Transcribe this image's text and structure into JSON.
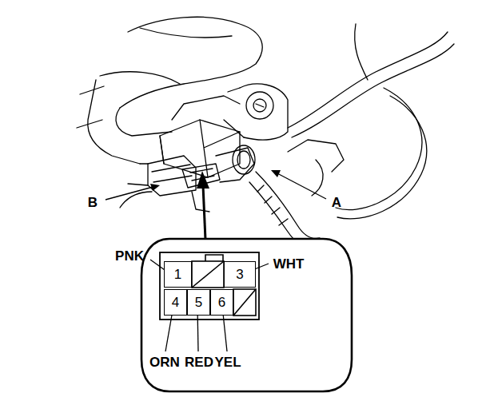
{
  "diagram": {
    "nodes": [
      {
        "text": [
          "1"
        ]
      },
      {
        "text": [
          "3"
        ]
      },
      {
        "text": [
          "4"
        ]
      },
      {
        "text": [
          "5"
        ]
      },
      {
        "text": [
          "6"
        ]
      }
    ],
    "labels": [
      "B",
      "A",
      "PNK",
      "WHT",
      "ORN",
      "RED",
      "YEL"
    ]
  }
}
